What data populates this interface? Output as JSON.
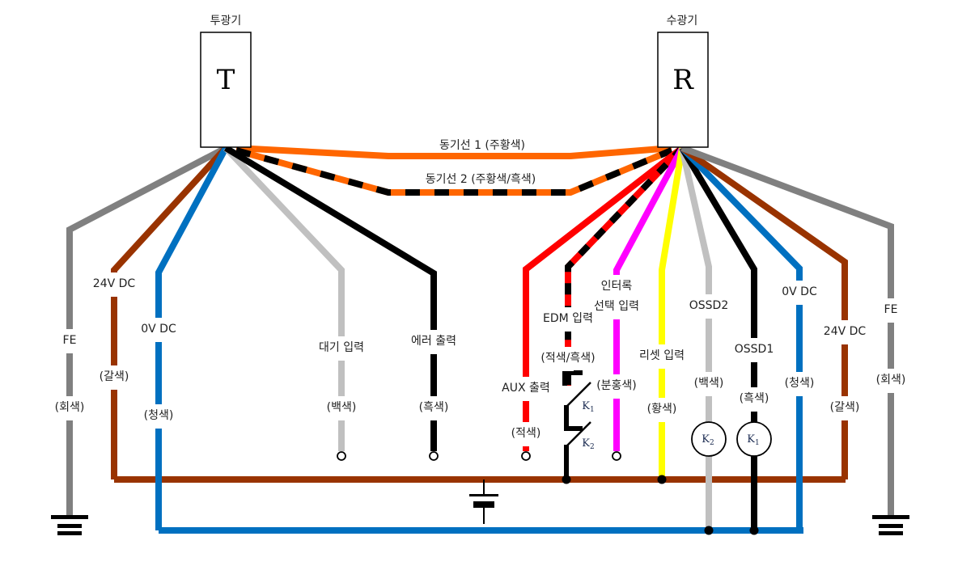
{
  "title": "Wiring diagram: emitter (T) and receiver (R)",
  "colors": {
    "gray": "#808080",
    "brown": "#993300",
    "blue": "#0070C0",
    "white": "#C0C0C0",
    "black": "#000000",
    "orange": "#FF6600",
    "red": "#FF0000",
    "pink": "#FF00FF",
    "yellow": "#FFFF00"
  },
  "devices": {
    "emitter": {
      "caption": "투광기",
      "letter": "T"
    },
    "receiver": {
      "caption": "수광기",
      "letter": "R"
    }
  },
  "sync_wires": [
    {
      "id": "sync1",
      "label": "동기선 1 (주황색)",
      "colors": [
        "orange"
      ]
    },
    {
      "id": "sync2",
      "label": "동기선 2 (주황색/흑색)",
      "colors": [
        "orange",
        "black"
      ]
    }
  ],
  "emitter_wires": [
    {
      "id": "t-fe",
      "function": "FE",
      "color_name": "(회색)",
      "color": "gray",
      "terminal": "frame-ground"
    },
    {
      "id": "t-24v",
      "function": "24V DC",
      "color_name": "(갈색)",
      "color": "brown",
      "terminal": "positive-bus"
    },
    {
      "id": "t-0v",
      "function": "0V DC",
      "color_name": "(청색)",
      "color": "blue",
      "terminal": "negative-bus"
    },
    {
      "id": "t-standby",
      "function": "대기 입력",
      "color_name": "(백색)",
      "color": "white",
      "terminal": "open"
    },
    {
      "id": "t-error",
      "function": "에러 출력",
      "color_name": "(흑색)",
      "color": "black",
      "terminal": "open"
    }
  ],
  "receiver_wires": [
    {
      "id": "r-aux",
      "function": "AUX 출력",
      "color_name": "(적색)",
      "color": "red",
      "terminal": "open"
    },
    {
      "id": "r-edm",
      "function": "EDM 입력",
      "color_name": "(적색/흑색)",
      "color": "red",
      "stripe": "black",
      "terminal": "contacts-K1-K2"
    },
    {
      "id": "r-interlock",
      "function": "인터록\n선택 입력",
      "function_lines": [
        "인터록",
        "선택 입력"
      ],
      "color_name": "(분홍색)",
      "color": "pink",
      "terminal": "open"
    },
    {
      "id": "r-reset",
      "function": "리셋 입력",
      "color_name": "(황색)",
      "color": "yellow",
      "terminal": "positive-bus"
    },
    {
      "id": "r-ossd2",
      "function": "OSSD2",
      "color_name": "(백색)",
      "color": "white",
      "terminal": "load-K2"
    },
    {
      "id": "r-ossd1",
      "function": "OSSD1",
      "color_name": "(흑색)",
      "color": "black",
      "terminal": "load-K1"
    },
    {
      "id": "r-0v",
      "function": "0V DC",
      "color_name": "(청색)",
      "color": "blue",
      "terminal": "negative-bus"
    },
    {
      "id": "r-24v",
      "function": "24V DC",
      "color_name": "(갈색)",
      "color": "brown",
      "terminal": "positive-bus"
    },
    {
      "id": "r-fe",
      "function": "FE",
      "color_name": "(회색)",
      "color": "gray",
      "terminal": "frame-ground"
    }
  ],
  "components": {
    "edm_contacts": [
      {
        "name": "K",
        "sub": "1"
      },
      {
        "name": "K",
        "sub": "2"
      }
    ],
    "loads": [
      {
        "name": "K",
        "sub": "2",
        "wire": "r-ossd2"
      },
      {
        "name": "K",
        "sub": "1",
        "wire": "r-ossd1"
      }
    ],
    "power_supply": "battery-symbol"
  }
}
